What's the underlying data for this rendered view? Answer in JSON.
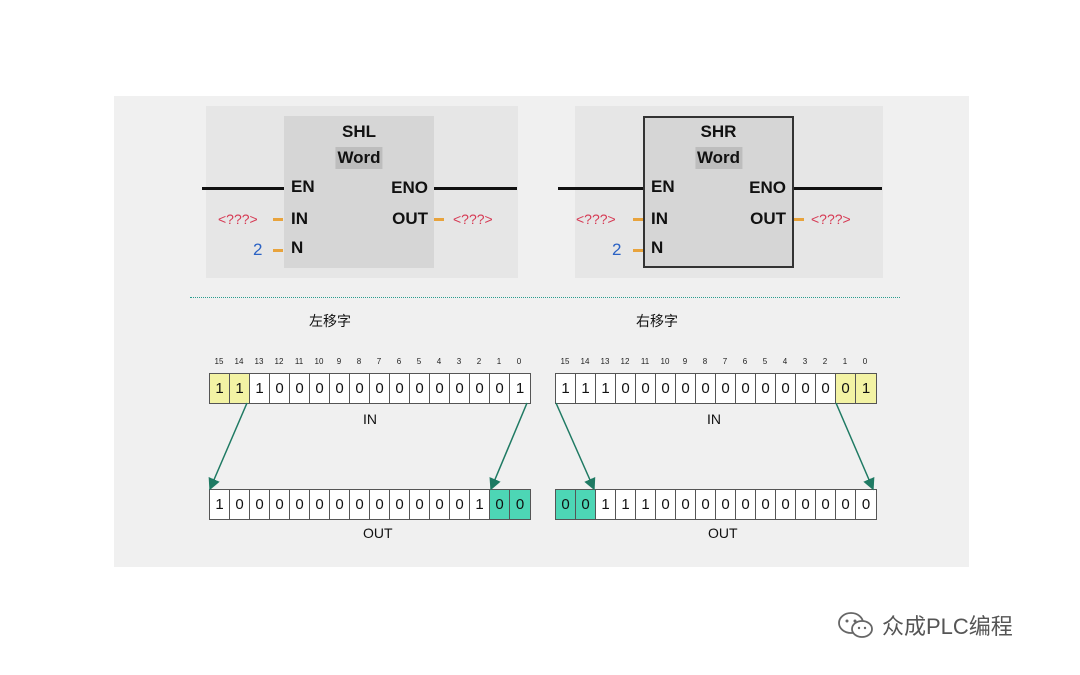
{
  "blocks": [
    {
      "title": "SHL",
      "type": "Word",
      "en": "EN",
      "in": "IN",
      "n": "N",
      "eno": "ENO",
      "out": "OUT",
      "in_param": "<???>",
      "out_param": "<???>",
      "n_value": "2"
    },
    {
      "title": "SHR",
      "type": "Word",
      "en": "EN",
      "in": "IN",
      "n": "N",
      "eno": "ENO",
      "out": "OUT",
      "in_param": "<???>",
      "out_param": "<???>",
      "n_value": "2"
    }
  ],
  "left_caption": "左移字",
  "right_caption": "右移字",
  "bit_numbers": [
    "15",
    "14",
    "13",
    "12",
    "11",
    "10",
    "9",
    "8",
    "7",
    "6",
    "5",
    "4",
    "3",
    "2",
    "1",
    "0"
  ],
  "in_label": "IN",
  "out_label": "OUT",
  "left_in": [
    "1",
    "1",
    "1",
    "0",
    "0",
    "0",
    "0",
    "0",
    "0",
    "0",
    "0",
    "0",
    "0",
    "0",
    "0",
    "1"
  ],
  "left_out": [
    "1",
    "0",
    "0",
    "0",
    "0",
    "0",
    "0",
    "0",
    "0",
    "0",
    "0",
    "0",
    "0",
    "1",
    "0",
    "0"
  ],
  "right_in": [
    "1",
    "1",
    "1",
    "0",
    "0",
    "0",
    "0",
    "0",
    "0",
    "0",
    "0",
    "0",
    "0",
    "0",
    "0",
    "1"
  ],
  "right_out": [
    "0",
    "0",
    "1",
    "1",
    "1",
    "0",
    "0",
    "0",
    "0",
    "0",
    "0",
    "0",
    "0",
    "0",
    "0",
    "0"
  ],
  "left_in_highlight": [
    0,
    1
  ],
  "left_out_highlight": [
    14,
    15
  ],
  "right_in_highlight": [
    14,
    15
  ],
  "right_out_highlight": [
    0,
    1
  ],
  "colors": {
    "highlight_yellow": "#f3f3a4",
    "highlight_teal": "#4dd6b5",
    "arrow": "#1f7a63",
    "param": "#d63a54",
    "n_value": "#2b62c4",
    "stub": "#e8a33c"
  },
  "watermark": "众成PLC编程",
  "watermark_icon": "wechat-icon"
}
